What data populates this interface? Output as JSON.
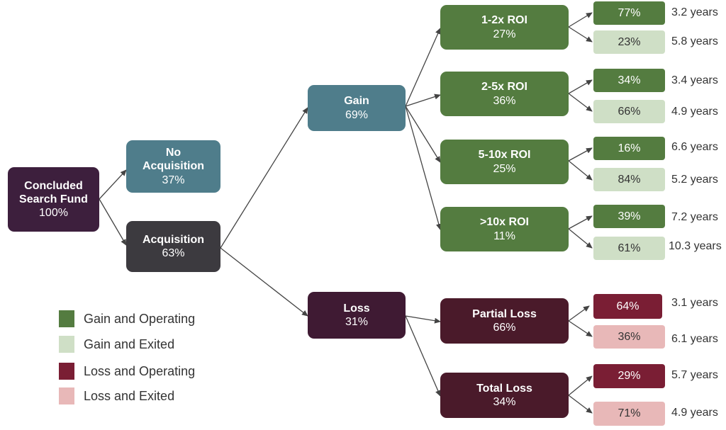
{
  "colors": {
    "root": "#3d1f3d",
    "blue": "#4f7d8b",
    "dark": "#3c3a3f",
    "loss": "#3f1a33",
    "green": "#547c40",
    "green_light": "#cfdfc6",
    "maroon_box": "#4a1a2a",
    "loss_operating": "#7a1e34",
    "loss_exited": "#e8b8b8",
    "edge": "#444444"
  },
  "nodes": {
    "root": {
      "label": "Concluded\nSearch Fund",
      "pct": "100%"
    },
    "no_acq": {
      "label": "No\nAcquisition",
      "pct": "37%"
    },
    "acq": {
      "label": "Acquisition",
      "pct": "63%"
    },
    "gain": {
      "label": "Gain",
      "pct": "69%"
    },
    "loss": {
      "label": "Loss",
      "pct": "31%"
    },
    "roi_1_2": {
      "label": "1-2x ROI",
      "pct": "27%"
    },
    "roi_2_5": {
      "label": "2-5x ROI",
      "pct": "36%"
    },
    "roi_5_10": {
      "label": "5-10x ROI",
      "pct": "25%"
    },
    "roi_10": {
      "label": ">10x ROI",
      "pct": "11%"
    },
    "partial": {
      "label": "Partial Loss",
      "pct": "66%"
    },
    "total": {
      "label": "Total Loss",
      "pct": "34%"
    }
  },
  "leaves": {
    "roi_1_2_op": {
      "pct": "77%",
      "years": "3.2 years"
    },
    "roi_1_2_ex": {
      "pct": "23%",
      "years": "5.8 years"
    },
    "roi_2_5_op": {
      "pct": "34%",
      "years": "3.4 years"
    },
    "roi_2_5_ex": {
      "pct": "66%",
      "years": "4.9 years"
    },
    "roi_5_10_op": {
      "pct": "16%",
      "years": "6.6 years"
    },
    "roi_5_10_ex": {
      "pct": "84%",
      "years": "5.2 years"
    },
    "roi_10_op": {
      "pct": "39%",
      "years": "7.2 years"
    },
    "roi_10_ex": {
      "pct": "61%",
      "years": "10.3 years"
    },
    "partial_op": {
      "pct": "64%",
      "years": "3.1 years"
    },
    "partial_ex": {
      "pct": "36%",
      "years": "6.1 years"
    },
    "total_op": {
      "pct": "29%",
      "years": "5.7 years"
    },
    "total_ex": {
      "pct": "71%",
      "years": "4.9 years"
    }
  },
  "legend": [
    {
      "label": "Gain and Operating",
      "color": "#547c40"
    },
    {
      "label": "Gain and Exited",
      "color": "#cfdfc6"
    },
    {
      "label": "Loss and Operating",
      "color": "#7a1e34"
    },
    {
      "label": "Loss and Exited",
      "color": "#e8b8b8"
    }
  ]
}
